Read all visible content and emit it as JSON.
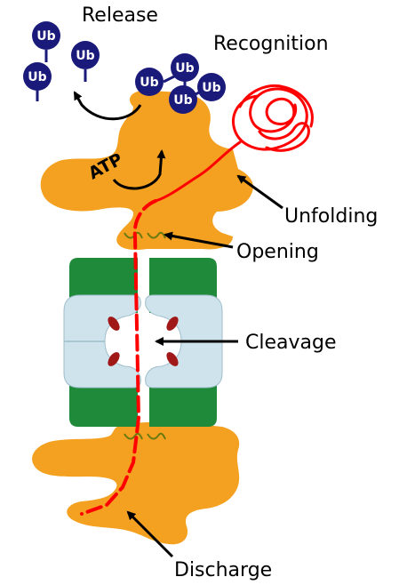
{
  "diagram": {
    "labels": {
      "release": "Release",
      "recognition": "Recognition",
      "atp": "ATP",
      "unfolding": "Unfolding",
      "opening": "Opening",
      "cleavage": "Cleavage",
      "discharge": "Discharge"
    },
    "ubiquitin_label": "Ub",
    "released_ubiquitins": [
      "Ub",
      "Ub",
      "Ub"
    ],
    "bound_ubiquitins": [
      "Ub",
      "Ub",
      "Ub",
      "Ub"
    ],
    "colors": {
      "regulatory_cap": "#f4a020",
      "alpha_ring": "#1e8a3a",
      "beta_ring": "#cfe3ec",
      "active_site": "#a01818",
      "protein_chain": "#ff0000",
      "ubiquitin": "#1a1a7a",
      "arrow": "#000000"
    },
    "icons": [
      "ubiquitin-icon",
      "curved-arrow-icon",
      "pointer-arrow-icon",
      "unfolded-protein-icon"
    ]
  }
}
